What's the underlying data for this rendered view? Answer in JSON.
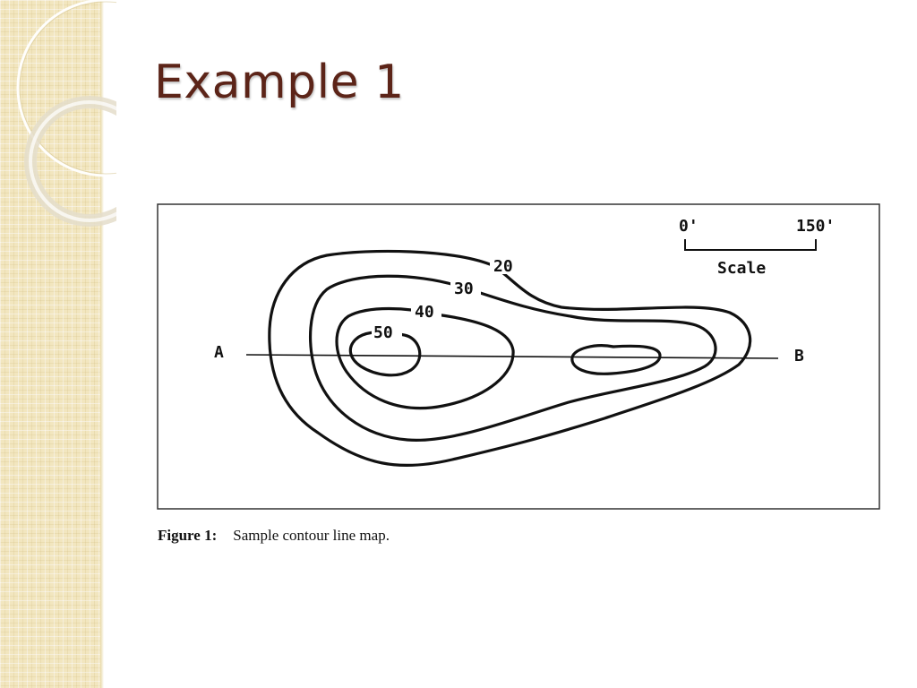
{
  "slide": {
    "title": "Example 1"
  },
  "figure": {
    "contour_labels": {
      "c20": "20",
      "c30": "30",
      "c40": "40",
      "c50": "50"
    },
    "endpoints": {
      "a": "A",
      "b": "B"
    },
    "scale": {
      "start": "0'",
      "end": "150'",
      "label": "Scale"
    },
    "caption": {
      "label": "Figure 1:",
      "text": "Sample contour line map."
    }
  },
  "colors": {
    "title": "#5c2418",
    "side_band": "#f2e6bf",
    "lines": "#111111"
  }
}
